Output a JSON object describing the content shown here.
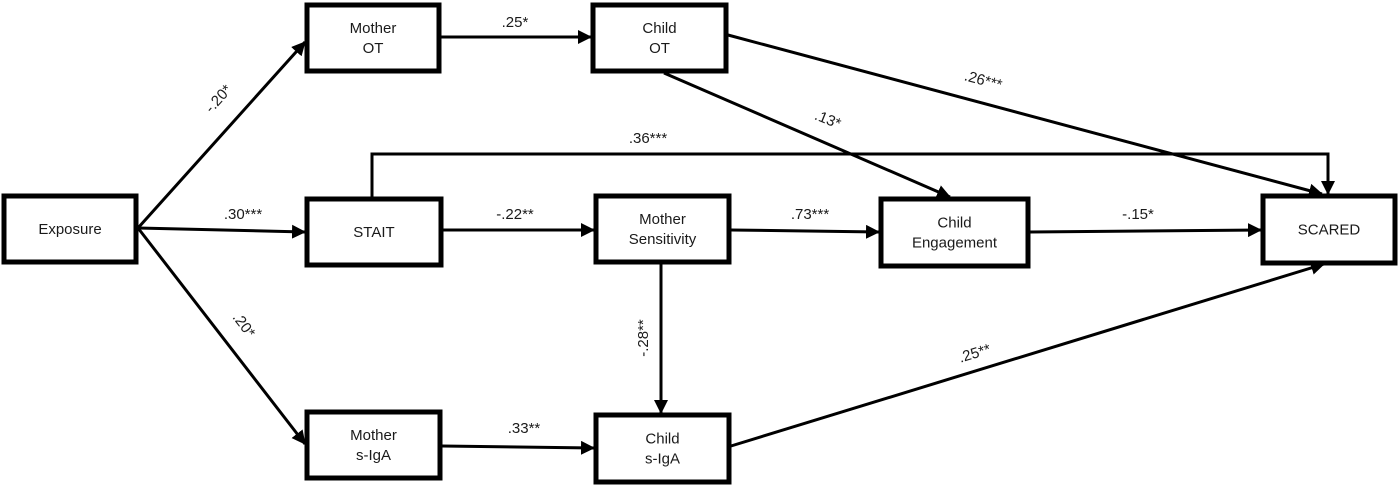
{
  "diagram": {
    "type": "path-model",
    "nodes": [
      {
        "id": "exposure",
        "lines": [
          "Exposure"
        ]
      },
      {
        "id": "mother_ot",
        "lines": [
          "Mother",
          "OT"
        ]
      },
      {
        "id": "child_ot",
        "lines": [
          "Child",
          "OT"
        ]
      },
      {
        "id": "stait",
        "lines": [
          "STAIT"
        ]
      },
      {
        "id": "mother_sensitivity",
        "lines": [
          "Mother",
          "Sensitivity"
        ]
      },
      {
        "id": "child_engagement",
        "lines": [
          "Child",
          "Engagement"
        ]
      },
      {
        "id": "scared",
        "lines": [
          "SCARED"
        ]
      },
      {
        "id": "mother_siga",
        "lines": [
          "Mother",
          "s-IgA"
        ]
      },
      {
        "id": "child_siga",
        "lines": [
          "Child",
          "s-IgA"
        ]
      }
    ],
    "edges": [
      {
        "id": "exposure-mother_ot",
        "from": "exposure",
        "to": "mother_ot",
        "label": "-.20*"
      },
      {
        "id": "exposure-stait",
        "from": "exposure",
        "to": "stait",
        "label": ".30***"
      },
      {
        "id": "exposure-mother_siga",
        "from": "exposure",
        "to": "mother_siga",
        "label": ".20*"
      },
      {
        "id": "mother_ot-child_ot",
        "from": "mother_ot",
        "to": "child_ot",
        "label": ".25*"
      },
      {
        "id": "child_ot-scared",
        "from": "child_ot",
        "to": "scared",
        "label": ".26***"
      },
      {
        "id": "child_ot-child_engagement",
        "from": "child_ot",
        "to": "child_engagement",
        "label": ".13*"
      },
      {
        "id": "stait-scared",
        "from": "stait",
        "to": "scared",
        "label": ".36***"
      },
      {
        "id": "stait-mother_sensitivity",
        "from": "stait",
        "to": "mother_sensitivity",
        "label": "-.22**"
      },
      {
        "id": "mother_sensitivity-child_engagement",
        "from": "mother_sensitivity",
        "to": "child_engagement",
        "label": ".73***"
      },
      {
        "id": "child_engagement-scared",
        "from": "child_engagement",
        "to": "scared",
        "label": "-.15*"
      },
      {
        "id": "mother_sensitivity-child_siga",
        "from": "mother_sensitivity",
        "to": "child_siga",
        "label": "-.28**"
      },
      {
        "id": "mother_siga-child_siga",
        "from": "mother_siga",
        "to": "child_siga",
        "label": ".33**"
      },
      {
        "id": "child_siga-scared",
        "from": "child_siga",
        "to": "scared",
        "label": ".25**"
      }
    ]
  }
}
